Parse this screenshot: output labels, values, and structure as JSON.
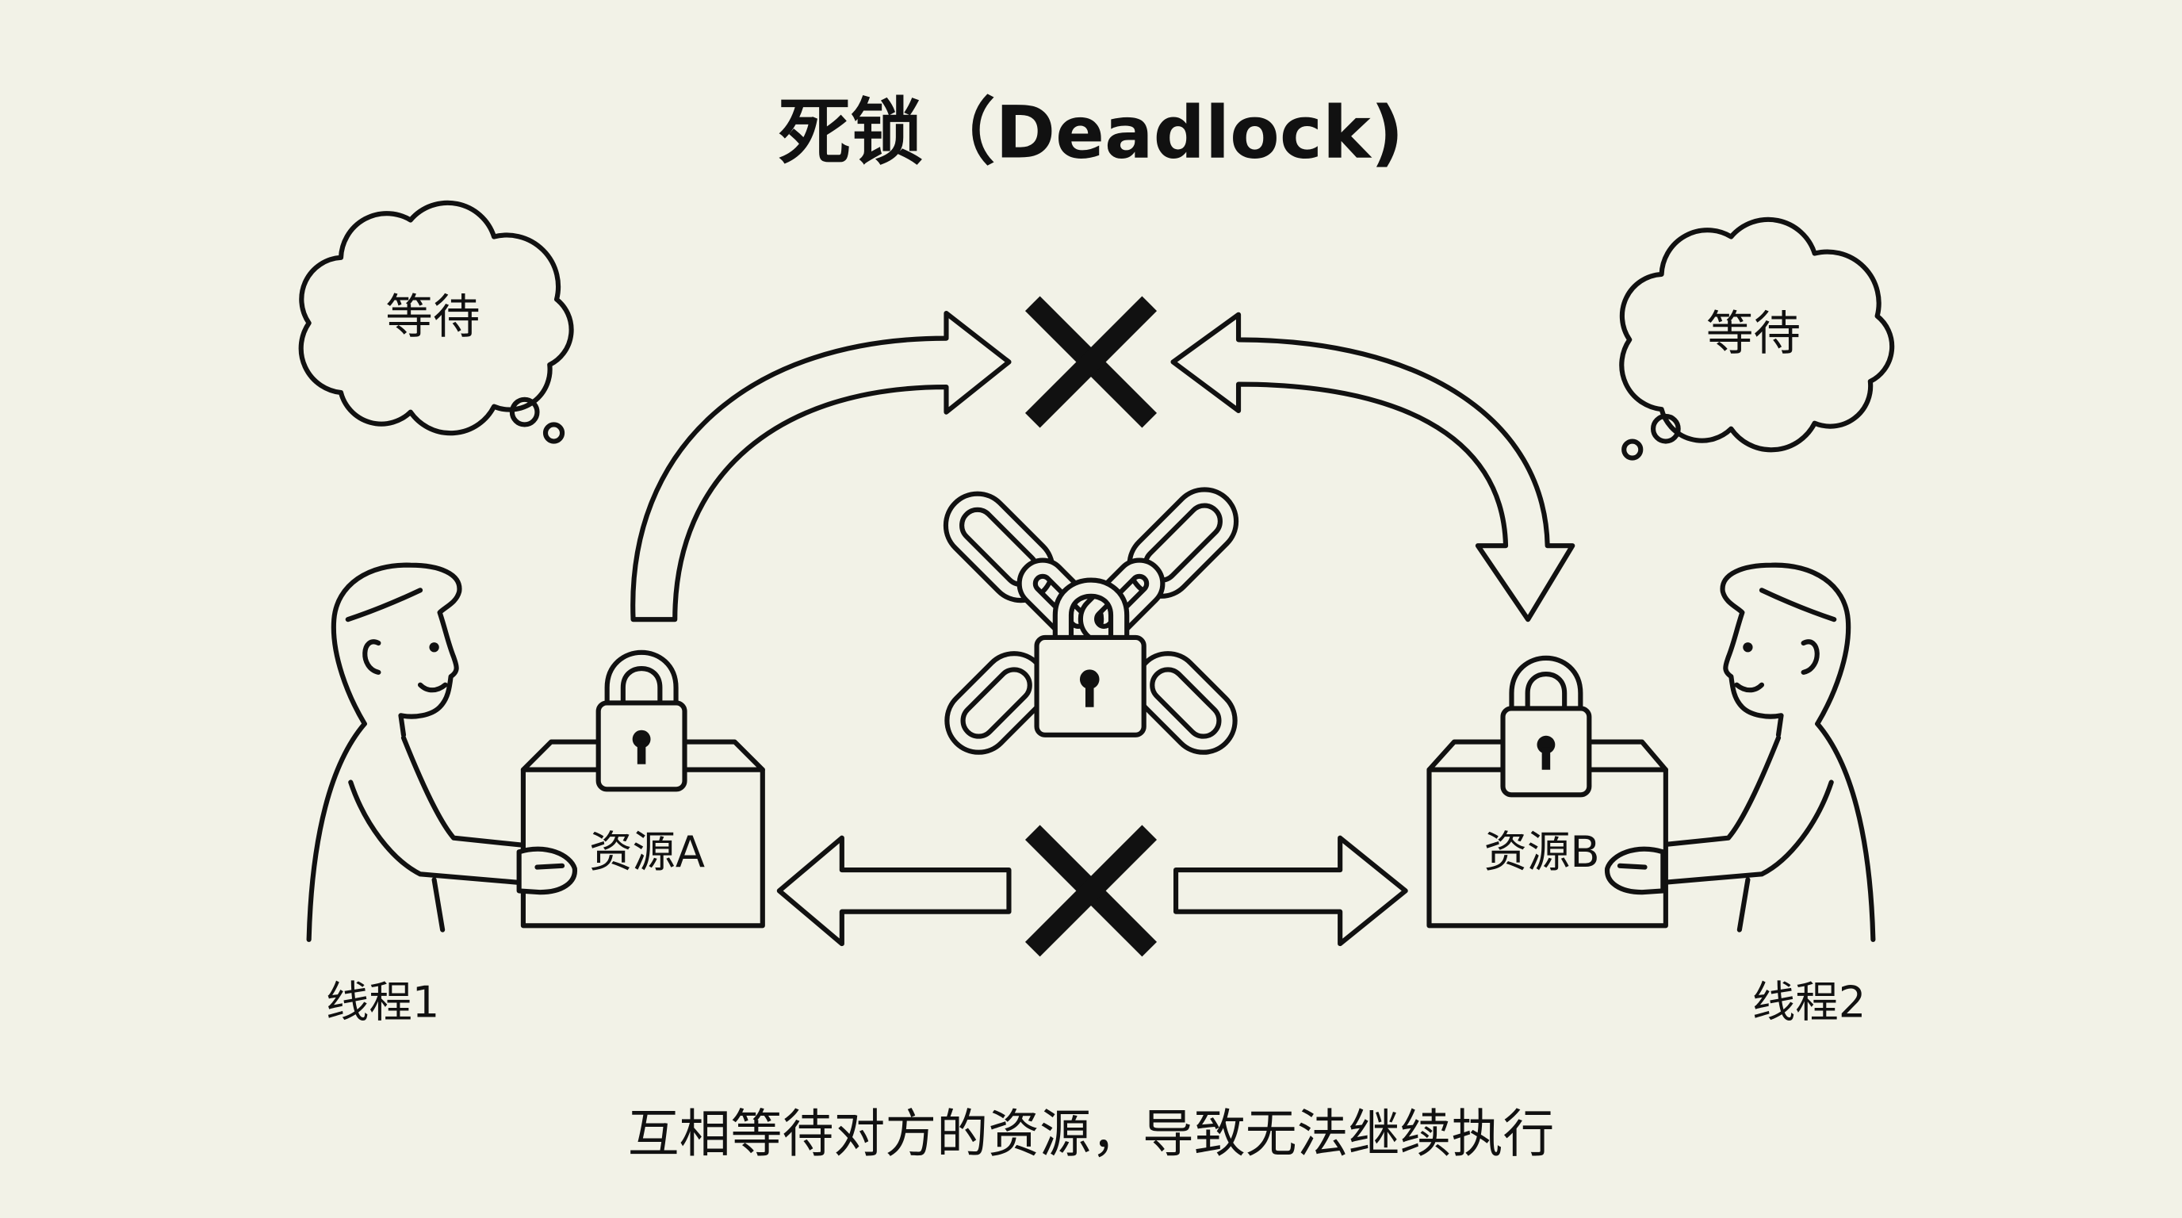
{
  "title": "死锁（Deadlock)",
  "threads": [
    {
      "label": "线程1",
      "thought": "等待",
      "resource": "资源A"
    },
    {
      "label": "线程2",
      "thought": "等待",
      "resource": "资源B"
    }
  ],
  "caption": "互相等待对方的资源，导致无法继续执行",
  "icons": {
    "thought": "thought-bubble-icon",
    "lock": "padlock-icon",
    "blocked": "cross-icon",
    "chain": "chain-lock-icon",
    "person": "person-icon",
    "box": "box-icon"
  },
  "colors": {
    "background": "#f2f2e7",
    "ink": "#111111"
  }
}
